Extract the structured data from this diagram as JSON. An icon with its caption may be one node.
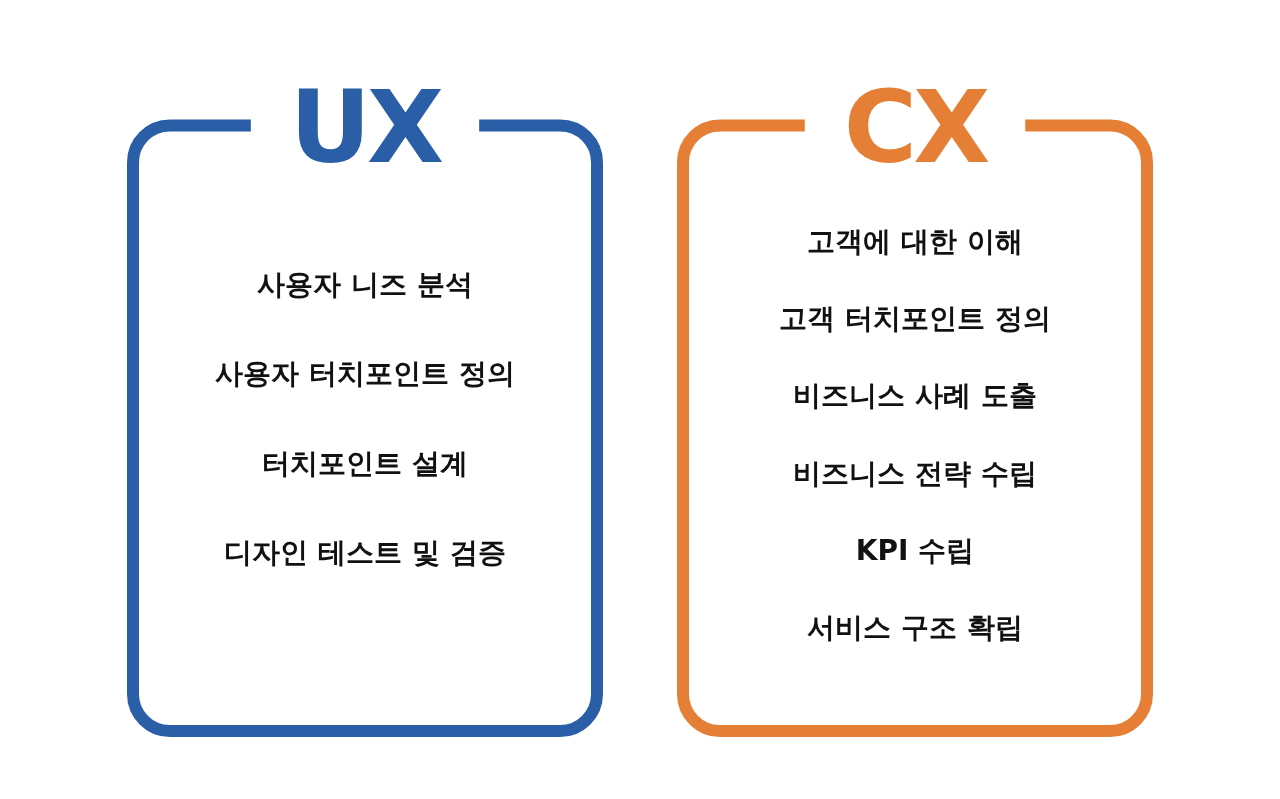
{
  "diagram": {
    "nodes": [
      {
        "text": [
          "UX",
          "사용자 니즈 분석",
          "사용자 터치포인트 정의",
          "터치포인트 설계",
          "디자인 테스트 및 검증"
        ]
      },
      {
        "text": [
          "CX",
          "고객에 대한 이해",
          "고객 터치포인트 정의",
          "비즈니스 사례 도출",
          "비즈니스 전략 수립",
          "KPI 수립",
          "서비스 구조 확립"
        ]
      }
    ]
  }
}
